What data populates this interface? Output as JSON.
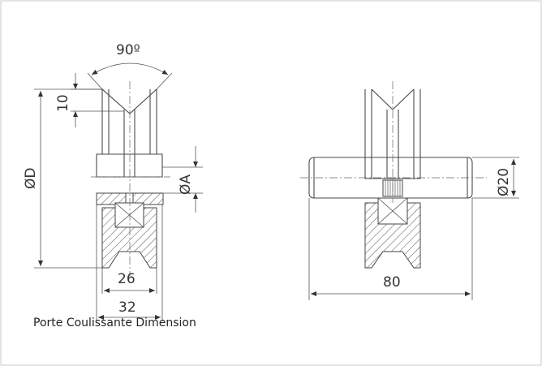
{
  "labels": {
    "angle": "90º",
    "groove_depth": "10",
    "diameter_d": "ØD",
    "bore": "ØA",
    "width_inner": "26",
    "width_outer": "32",
    "axle_length": "80",
    "axle_diameter": "Ø20"
  },
  "caption": "Porte Coulissante Dimension",
  "colors": {
    "line": "#4a4a4a",
    "hatch": "#555555",
    "background": "#ffffff"
  }
}
